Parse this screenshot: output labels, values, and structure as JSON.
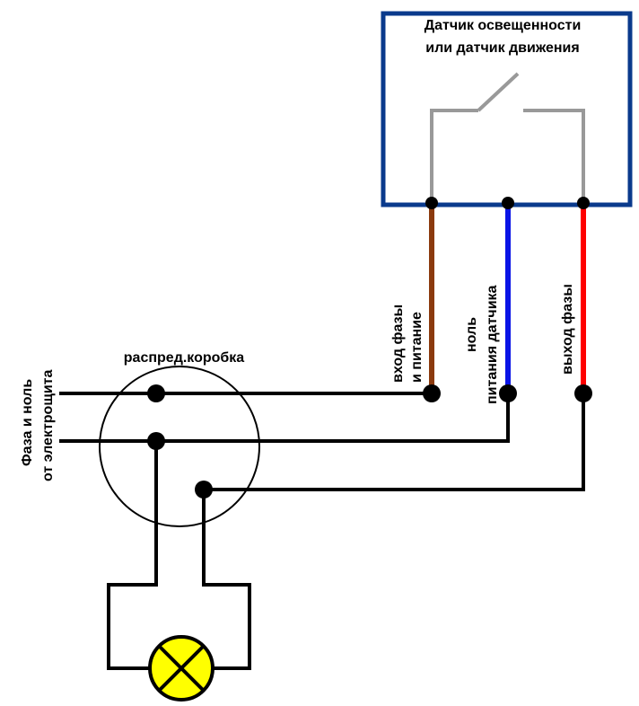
{
  "sensor": {
    "title_line1": "Датчик освещенности",
    "title_line2": "или датчик движения",
    "box_color": "#0a3a8c"
  },
  "junction_box": {
    "label": "распред.коробка"
  },
  "supply": {
    "label_line1": "Фаза и ноль",
    "label_line2": "от электрощита"
  },
  "wires": {
    "phase_in": {
      "label_line1": "вход фазы",
      "label_line2": "и питание",
      "color": "#8b3a0e"
    },
    "neutral": {
      "label_line1": "ноль",
      "label_line2": "питания датчика",
      "color": "#0a14e6"
    },
    "phase_out": {
      "label_line1": "выход фазы",
      "color": "#ff0000"
    },
    "internal_color": "#999999"
  },
  "lamp": {
    "icon": "lamp-icon",
    "fill_color": "#ffff00"
  }
}
